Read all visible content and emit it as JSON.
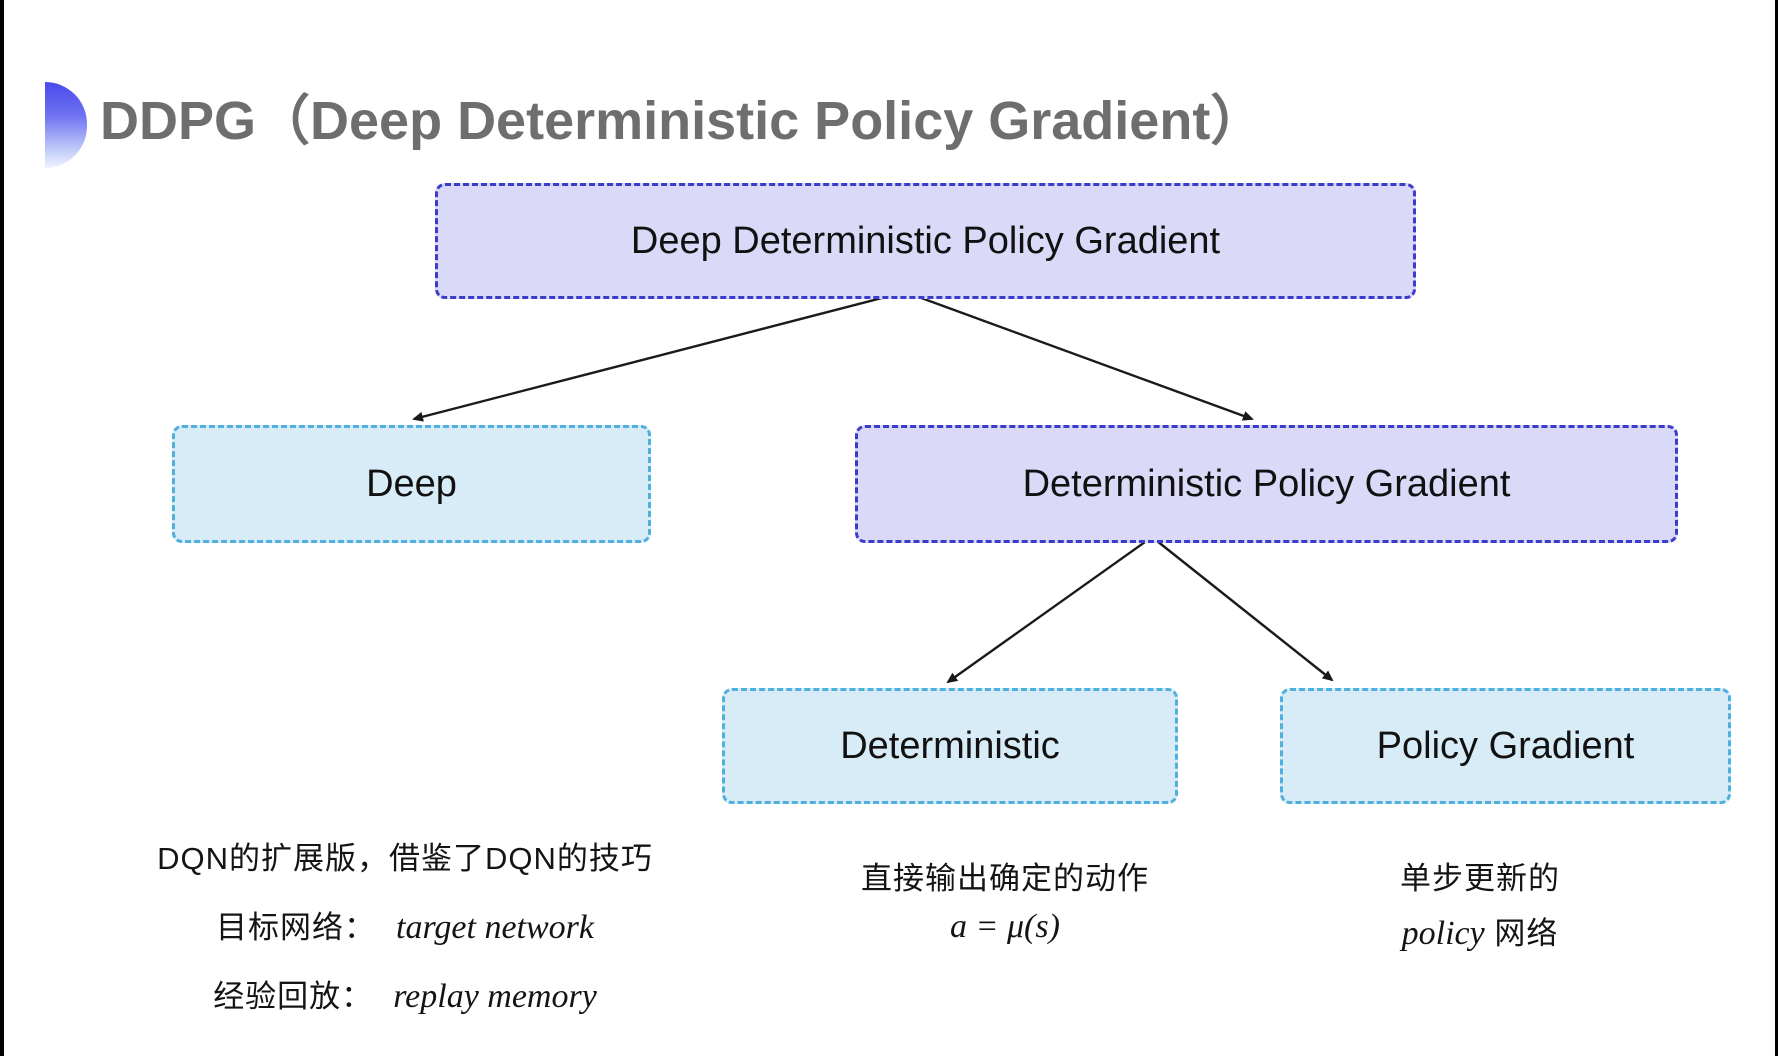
{
  "title": {
    "text": "DDPG（Deep Deterministic Policy Gradient）",
    "color": "#6e6e6e",
    "bullet_icon": "blue-gradient-semicircle"
  },
  "diagram": {
    "nodes": [
      {
        "id": "ddpg",
        "label": "Deep Deterministic Policy Gradient",
        "variant": "purple"
      },
      {
        "id": "deep",
        "label": "Deep",
        "variant": "blue"
      },
      {
        "id": "dpg",
        "label": "Deterministic Policy Gradient",
        "variant": "purple"
      },
      {
        "id": "deterministic",
        "label": "Deterministic",
        "variant": "blue"
      },
      {
        "id": "policy-gradient",
        "label": "Policy Gradient",
        "variant": "blue"
      }
    ],
    "edges": [
      {
        "from": "ddpg",
        "to": "deep"
      },
      {
        "from": "ddpg",
        "to": "dpg"
      },
      {
        "from": "dpg",
        "to": "deterministic"
      },
      {
        "from": "dpg",
        "to": "policy-gradient"
      }
    ],
    "colors": {
      "purple_fill": "#dbd9f8",
      "purple_border": "#3c3ccc",
      "blue_fill": "#d8ecf8",
      "blue_border": "#4fafdd",
      "arrow": "#1a1a1a"
    }
  },
  "notes": {
    "left": {
      "line1": "DQN的扩展版，借鉴了DQN的技巧",
      "line2_label": "目标网络：",
      "line2_value": "target network",
      "line3_label": "经验回放：",
      "line3_value": "replay memory"
    },
    "middle": {
      "line1": "直接输出确定的动作",
      "line2": "a = μ(s)"
    },
    "right": {
      "line1": "单步更新的",
      "line2_italic": "policy",
      "line2_rest": " 网络"
    }
  }
}
